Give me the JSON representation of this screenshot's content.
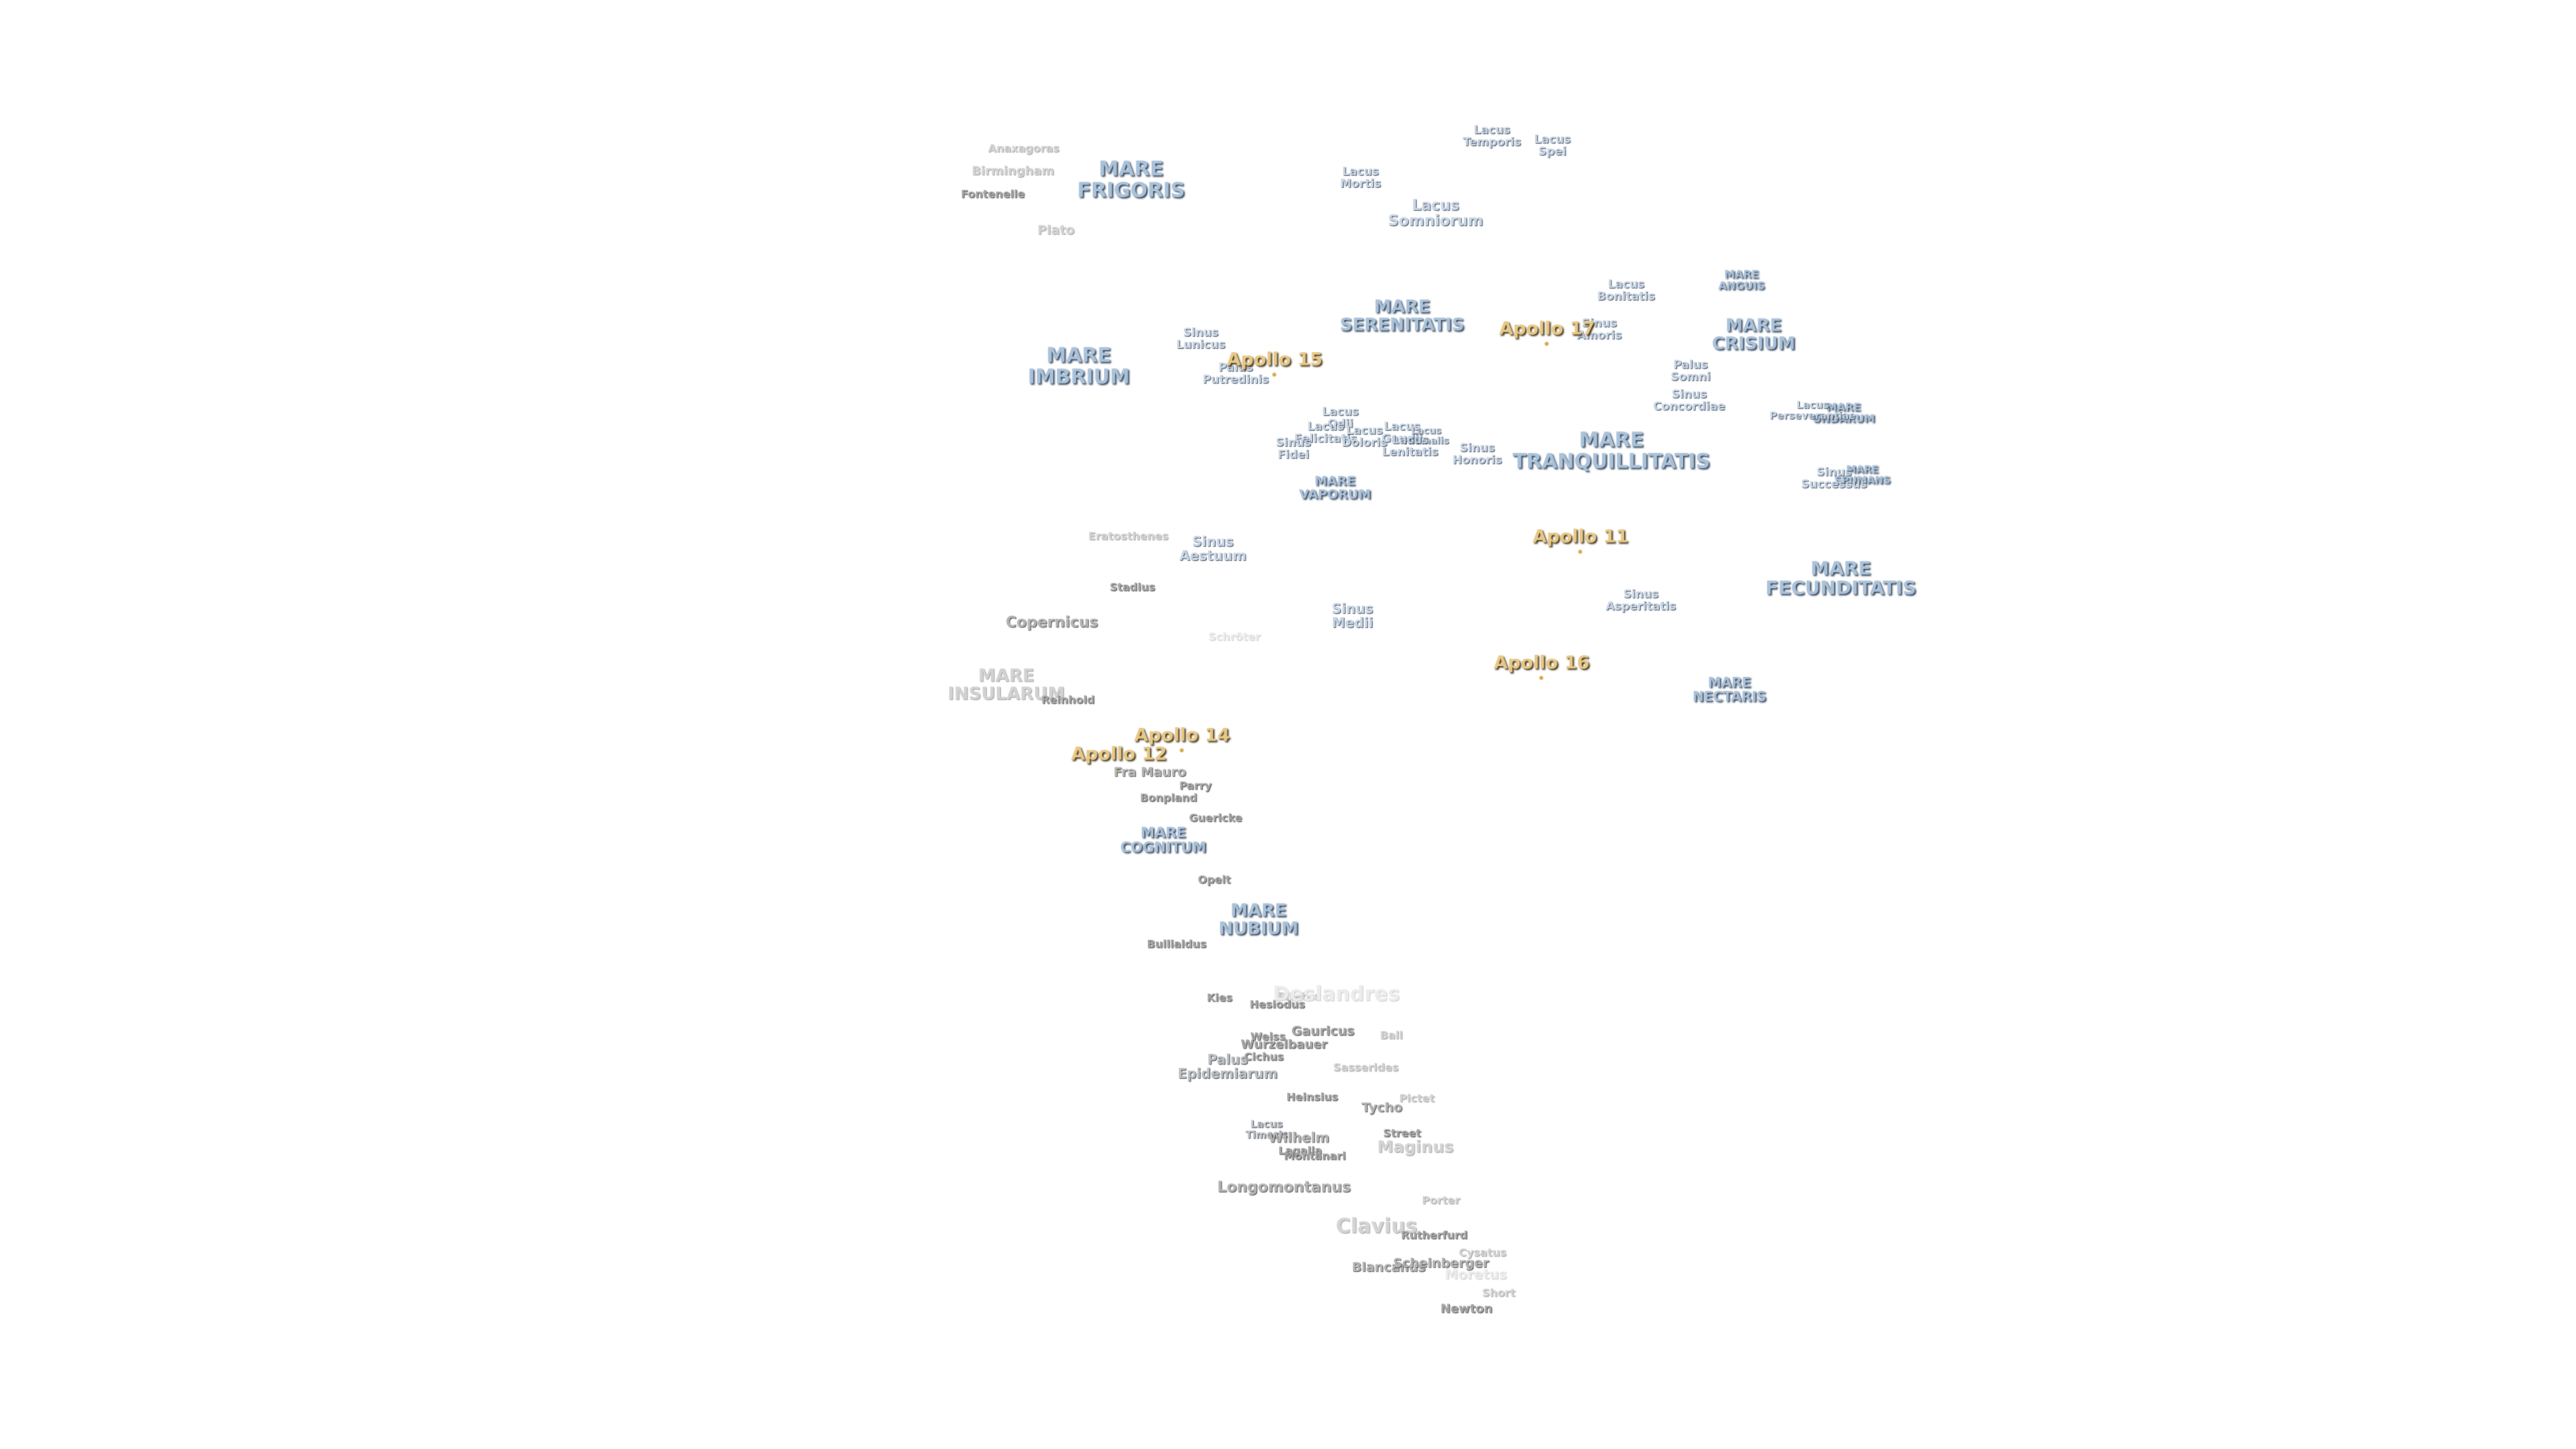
{
  "maria": [
    {
      "id": "frigoris",
      "label": "MARE\nFRIGORIS"
    },
    {
      "id": "serenitatis",
      "label": "MARE\nSERENITATIS"
    },
    {
      "id": "imbrium",
      "label": "MARE\nIMBRIUM"
    },
    {
      "id": "crisium",
      "label": "MARE\nCRISIUM"
    },
    {
      "id": "anguis",
      "label": "MARE\nANGUIS"
    },
    {
      "id": "tranquillitatis",
      "label": "MARE\nTRANQUILLITATIS"
    },
    {
      "id": "vaporum",
      "label": "MARE\nVAPORUM"
    },
    {
      "id": "undarum",
      "label": "MARE\nUNDARUM"
    },
    {
      "id": "spumans",
      "label": "MARE\nSPUMANS"
    },
    {
      "id": "fecunditatis",
      "label": "MARE\nFECUNDITATIS"
    },
    {
      "id": "nectaris",
      "label": "MARE\nNECTARIS"
    },
    {
      "id": "insularum",
      "label": "MARE\nINSULARUM"
    },
    {
      "id": "cognitum",
      "label": "MARE\nCOGNITUM"
    },
    {
      "id": "nubium",
      "label": "MARE\nNUBIUM"
    }
  ],
  "lakes": [
    {
      "id": "temporis",
      "label": "Lacus\nTemporis"
    },
    {
      "id": "spei",
      "label": "Lacus\nSpei"
    },
    {
      "id": "mortis",
      "label": "Lacus\nMortis"
    },
    {
      "id": "somniorum",
      "label": "Lacus\nSomniorum"
    },
    {
      "id": "bonitatis",
      "label": "Lacus\nBonitatis"
    },
    {
      "id": "amoris",
      "label": "Sinus\nAmoris"
    },
    {
      "id": "lunicus",
      "label": "Sinus\nLunicus"
    },
    {
      "id": "putredinis",
      "label": "Palus\nPutredinis"
    },
    {
      "id": "somni",
      "label": "Palus\nSomni"
    },
    {
      "id": "concordiae",
      "label": "Sinus\nConcordiae"
    },
    {
      "id": "perseverantiae",
      "label": "Lacus\nPerseverantiae"
    },
    {
      "id": "odii",
      "label": "Lacus\nOdii"
    },
    {
      "id": "felicitatis",
      "label": "Lacus\nFelicitatis"
    },
    {
      "id": "doloris",
      "label": "Lacus\nDoloris"
    },
    {
      "id": "gaudii",
      "label": "Lacus\nGaudii"
    },
    {
      "id": "hiemalis",
      "label": "Lacus\nHiemalis"
    },
    {
      "id": "lenitatis",
      "label": "Lacus\nLenitatis"
    },
    {
      "id": "fidei",
      "label": "Sinus\nFidei"
    },
    {
      "id": "honoris",
      "label": "Sinus\nHonoris"
    },
    {
      "id": "successus",
      "label": "Sinus\nSuccessus"
    },
    {
      "id": "aestuum",
      "label": "Sinus\nAestuum"
    },
    {
      "id": "medii",
      "label": "Sinus\nMedii"
    },
    {
      "id": "asperitatis",
      "label": "Sinus\nAsperitatis"
    },
    {
      "id": "epidemiarum",
      "label": "Palus\nEpidemiarum"
    },
    {
      "id": "timoris",
      "label": "Lacus\nTimoris"
    }
  ],
  "apollo": [
    {
      "id": "a15",
      "label": "Apollo 15"
    },
    {
      "id": "a17",
      "label": "Apollo 17"
    },
    {
      "id": "a11",
      "label": "Apollo 11"
    },
    {
      "id": "a16",
      "label": "Apollo 16"
    },
    {
      "id": "a14",
      "label": "Apollo 14"
    },
    {
      "id": "a12",
      "label": "Apollo 12"
    }
  ],
  "craters": [
    {
      "id": "anaxagoras",
      "label": "Anaxagoras"
    },
    {
      "id": "birmingham",
      "label": "Birmingham"
    },
    {
      "id": "fontenelle",
      "label": "Fontenelle"
    },
    {
      "id": "plato",
      "label": "Plato"
    },
    {
      "id": "eratosthenes",
      "label": "Eratosthenes"
    },
    {
      "id": "stadius",
      "label": "Stadius"
    },
    {
      "id": "copernicus",
      "label": "Copernicus"
    },
    {
      "id": "schroter",
      "label": "Schröter"
    },
    {
      "id": "reinhold",
      "label": "Reinhold"
    },
    {
      "id": "framauro",
      "label": "Fra Mauro"
    },
    {
      "id": "parry",
      "label": "Parry"
    },
    {
      "id": "bonpland",
      "label": "Bonpland"
    },
    {
      "id": "guericke",
      "label": "Guericke"
    },
    {
      "id": "opelt",
      "label": "Opelt"
    },
    {
      "id": "bullialdus",
      "label": "Bullialdus"
    },
    {
      "id": "kies",
      "label": "Kies"
    },
    {
      "id": "hesiodus",
      "label": "Hesiodus"
    },
    {
      "id": "pitatus",
      "label": "Pitatus"
    },
    {
      "id": "deslandres",
      "label": "Deslandres"
    },
    {
      "id": "gauricus",
      "label": "Gauricus"
    },
    {
      "id": "ball",
      "label": "Ball"
    },
    {
      "id": "weiss",
      "label": "Weiss"
    },
    {
      "id": "wurzelbauer",
      "label": "Wurzelbauer"
    },
    {
      "id": "cichus",
      "label": "Cichus"
    },
    {
      "id": "sasserides",
      "label": "Sasserides"
    },
    {
      "id": "heinsius",
      "label": "Heinsius"
    },
    {
      "id": "tycho",
      "label": "Tycho"
    },
    {
      "id": "pictet",
      "label": "Pictet"
    },
    {
      "id": "street",
      "label": "Street"
    },
    {
      "id": "wilhelm",
      "label": "Wilhelm"
    },
    {
      "id": "lagalla",
      "label": "Lagalla"
    },
    {
      "id": "montanari",
      "label": "Montanari"
    },
    {
      "id": "maginus",
      "label": "Maginus"
    },
    {
      "id": "longomontanus",
      "label": "Longomontanus"
    },
    {
      "id": "porter",
      "label": "Porter"
    },
    {
      "id": "clavius",
      "label": "Clavius"
    },
    {
      "id": "rutherfurd",
      "label": "Rutherfurd"
    },
    {
      "id": "cysatus",
      "label": "Cysatus"
    },
    {
      "id": "blancanus",
      "label": "Blancanus"
    },
    {
      "id": "scheinberger",
      "label": "Scheinberger"
    },
    {
      "id": "moretus",
      "label": "Moretus"
    },
    {
      "id": "short",
      "label": "Short"
    },
    {
      "id": "newton",
      "label": "Newton"
    }
  ]
}
